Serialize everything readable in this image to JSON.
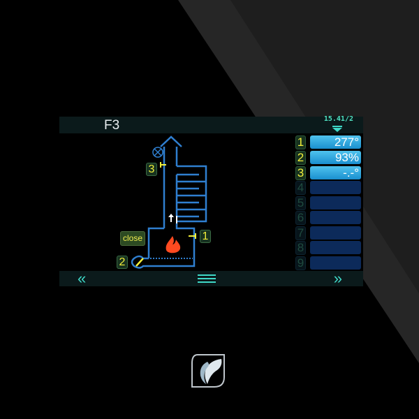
{
  "header": {
    "title": "F3",
    "clock": "15.41/2"
  },
  "diagram": {
    "close_button": "close",
    "sensor_badges": [
      "1",
      "2",
      "3"
    ]
  },
  "readings": [
    {
      "index": "1",
      "value": "277°",
      "active": true
    },
    {
      "index": "2",
      "value": "93%",
      "active": true
    },
    {
      "index": "3",
      "value": "-.-°",
      "active": true
    },
    {
      "index": "4",
      "value": "",
      "active": false
    },
    {
      "index": "5",
      "value": "",
      "active": false
    },
    {
      "index": "6",
      "value": "",
      "active": false
    },
    {
      "index": "7",
      "value": "",
      "active": false
    },
    {
      "index": "8",
      "value": "",
      "active": false
    },
    {
      "index": "9",
      "value": "",
      "active": false
    }
  ],
  "footer": {
    "prev": "«",
    "next": "»"
  },
  "colors": {
    "pipe": "#2f7fd0",
    "accent": "#3fd9c8",
    "badge_text": "#f2ef3a",
    "flame": "#ff4a20"
  }
}
